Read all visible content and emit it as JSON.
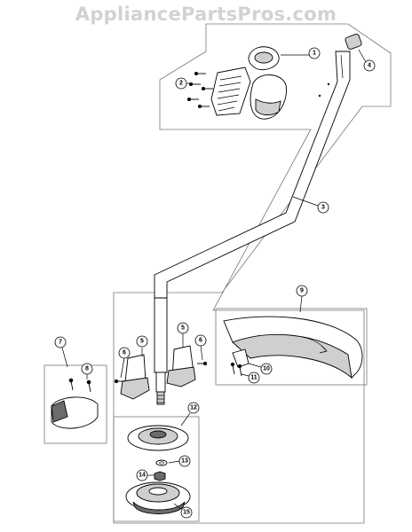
{
  "watermark": "AppliancePartsPros.com",
  "callouts": [
    "1",
    "2",
    "3",
    "4",
    "5",
    "5",
    "6",
    "6",
    "7",
    "8",
    "9",
    "10",
    "11",
    "12",
    "13",
    "14",
    "15"
  ],
  "colors": {
    "outline": "#777777",
    "ink": "#000000",
    "shade": "#cfcfcf",
    "watermark": "#d2d2d2"
  }
}
